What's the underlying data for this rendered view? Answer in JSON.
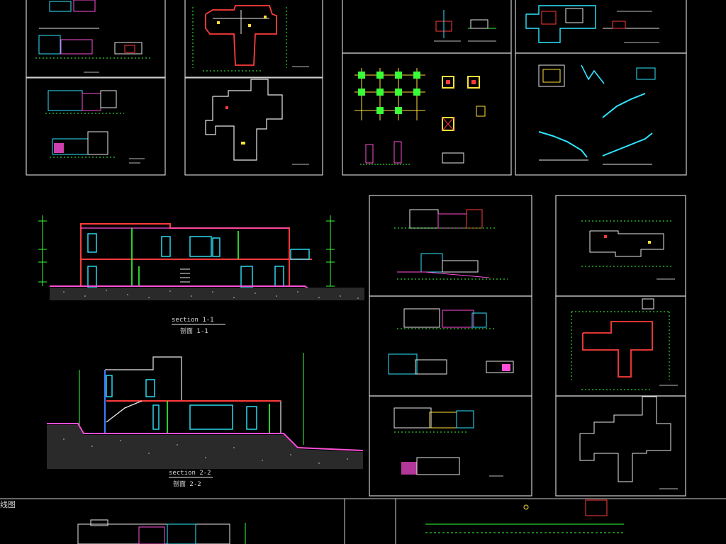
{
  "sections": {
    "section1": {
      "en": "section 1-1",
      "cn": "剖面 1-1"
    },
    "section2": {
      "en": "section 2-2",
      "cn": "剖面 2-2"
    }
  },
  "bottom_left_text": "线图",
  "colors": {
    "background": "#000000",
    "frame": "#cfcfcf",
    "wall_red": "#ff3b3b",
    "wall_magenta": "#ff4fd8",
    "wall_cyan": "#2fe6ff",
    "dim_green": "#39ff39",
    "yellow": "#ffe13a",
    "white": "#e8e8e8",
    "blue": "#3c7bff"
  }
}
